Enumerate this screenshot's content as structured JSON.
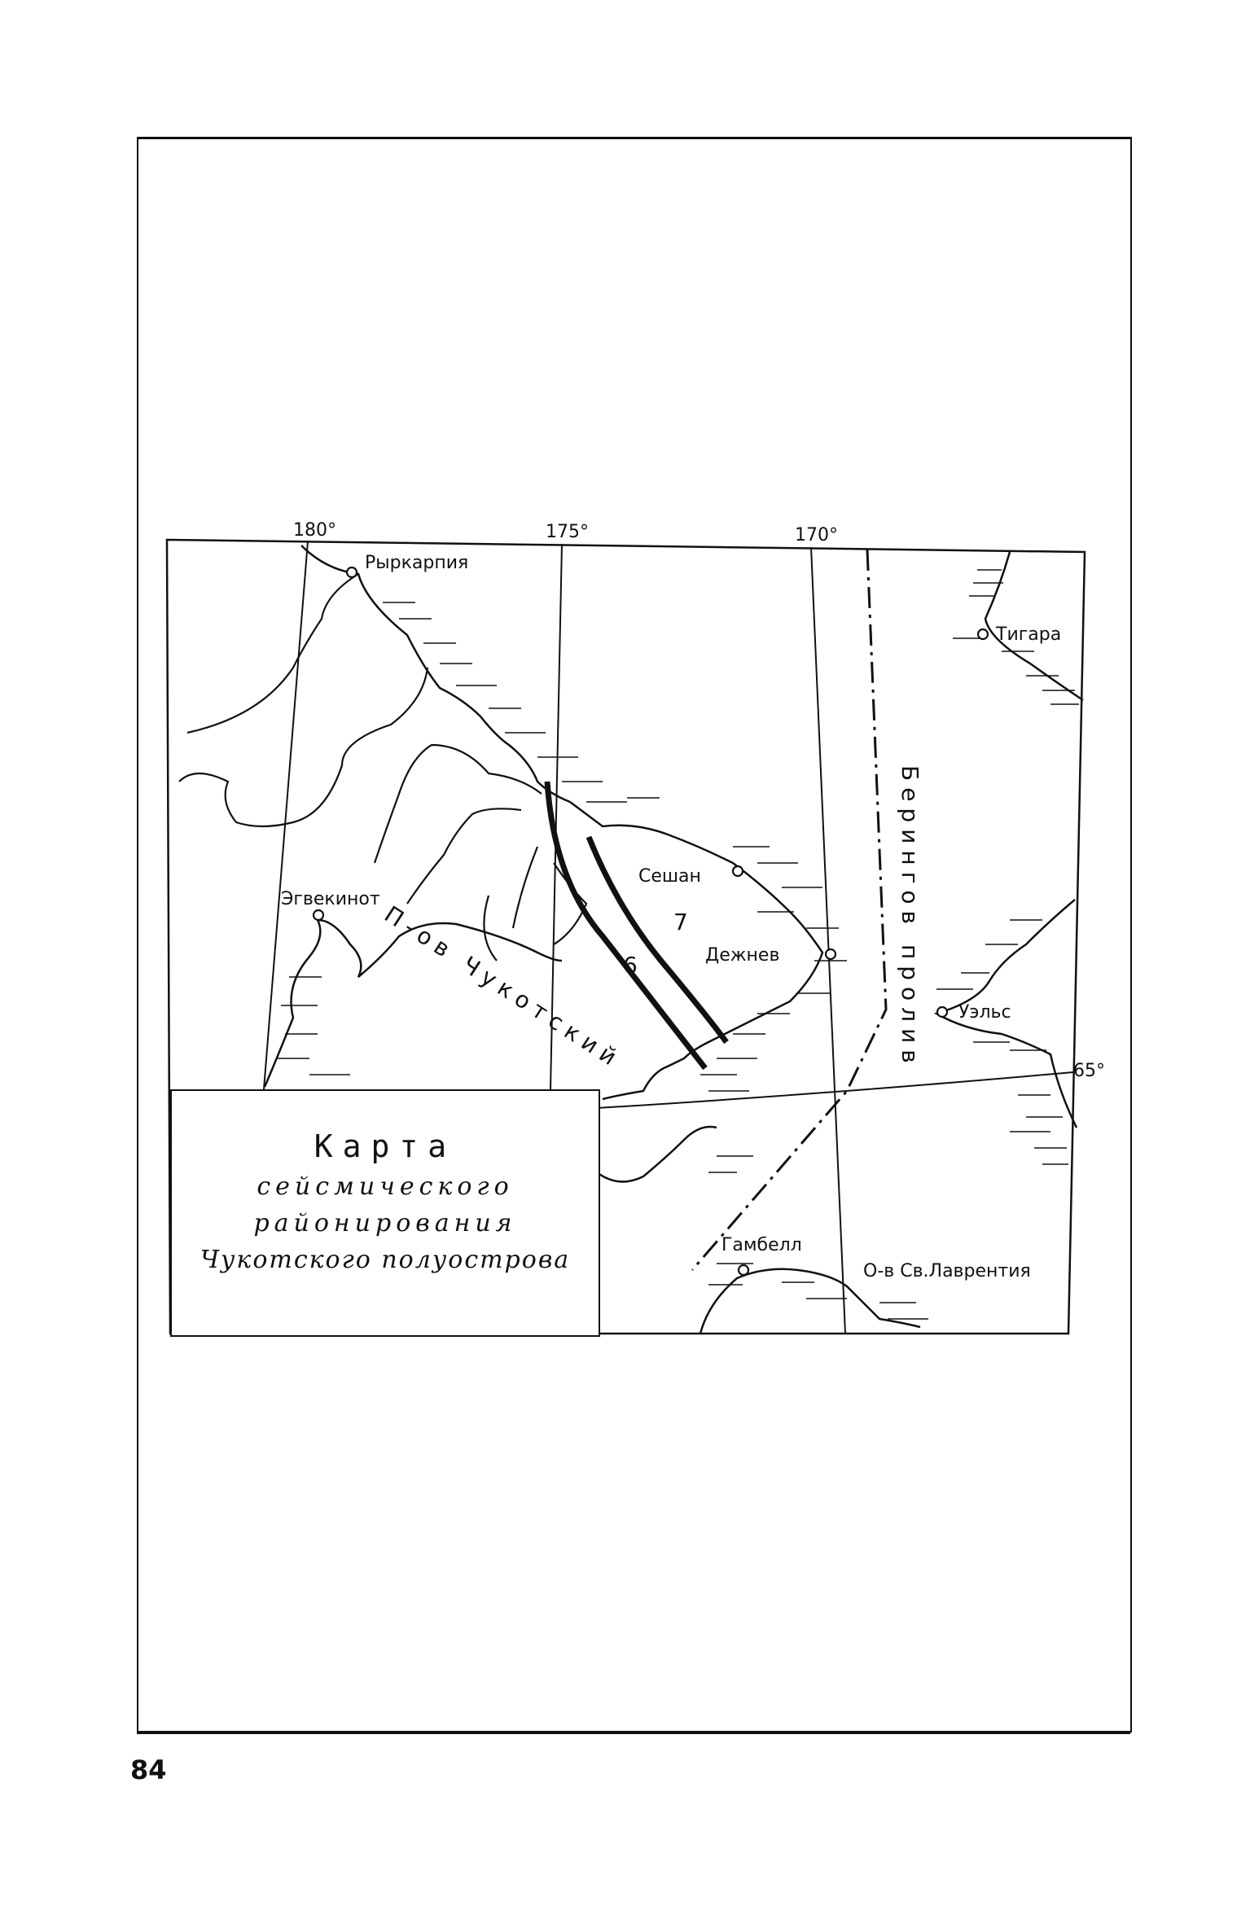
{
  "map": {
    "meridians": [
      "180°",
      "175°",
      "170°"
    ],
    "parallel": "65°",
    "places": {
      "rirkarpia": "Рыркарпия",
      "tigara": "Тигара",
      "egvekinot": "Эгвекинот",
      "seshan": "Сешан",
      "dezhnev": "Дежнев",
      "uels": "Уэльс",
      "gambell": "Гамбелл",
      "st_lawrence": "О-в Св.Лаврентия"
    },
    "zones": [
      "7",
      "6"
    ],
    "strait_label": "Берингов пролив",
    "peninsula_label": "П-ов Чукотский",
    "title": {
      "line1": "Карта",
      "line2": "сейсмического",
      "line3": "районирования",
      "line4": "Чукотского полуострова"
    }
  },
  "page": {
    "number": "84"
  }
}
